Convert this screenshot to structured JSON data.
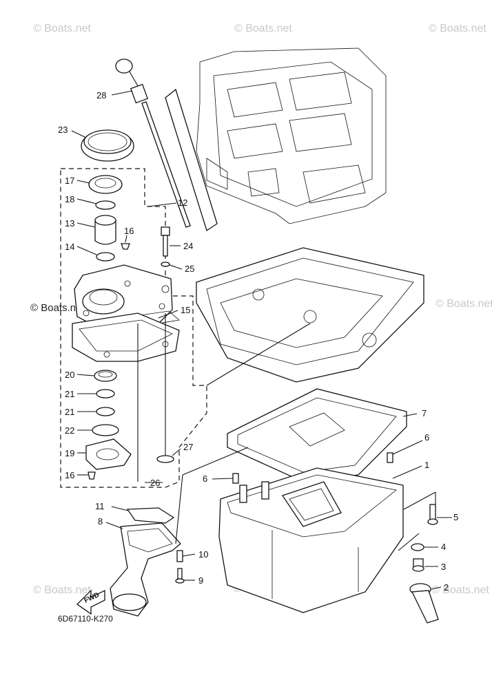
{
  "diagram_code": "6D67110-K270",
  "fwd_label": "FWD",
  "watermarks": {
    "main": "© Boats.net",
    "center": "© Boats.net"
  },
  "callouts": {
    "c1": "1",
    "c2": "2",
    "c3": "3",
    "c4": "4",
    "c5": "5",
    "c6a": "6",
    "c6b": "6",
    "c7": "7",
    "c8": "8",
    "c9": "9",
    "c10": "10",
    "c11": "11",
    "c12": "12",
    "c13": "13",
    "c14": "14",
    "c15": "15",
    "c16a": "16",
    "c16b": "16",
    "c17": "17",
    "c18": "18",
    "c19": "19",
    "c20": "20",
    "c21a": "21",
    "c21b": "21",
    "c22": "22",
    "c23": "23",
    "c24": "24",
    "c25": "25",
    "c26": "26",
    "c27": "27",
    "c28": "28"
  }
}
